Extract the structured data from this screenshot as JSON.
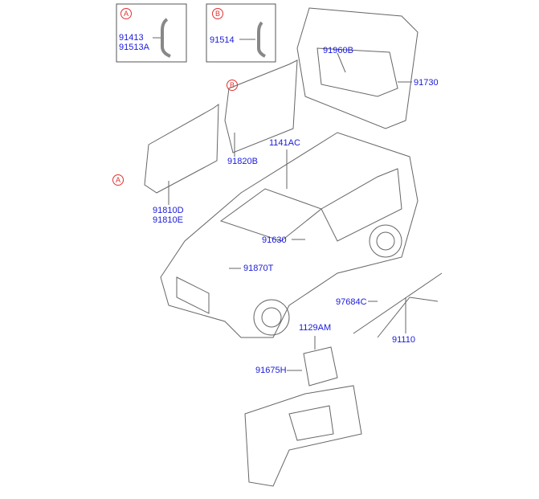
{
  "detail_boxes": [
    {
      "marker": "A",
      "parts": [
        "91413",
        "91513A"
      ]
    },
    {
      "marker": "B",
      "parts": [
        "91514"
      ]
    }
  ],
  "callouts": {
    "tailgate_harness": "91960B",
    "tailgate": "91730",
    "rear_door_marker": "B",
    "rear_door_harness": "91820B",
    "roof_clip": "1141AC",
    "front_door_marker": "A",
    "front_door_harness_1": "91810D",
    "front_door_harness_2": "91810E",
    "roof_harness": "91630",
    "hood_harness": "91870T",
    "clip": "97684C",
    "floor_harness": "91110",
    "bolt": "1129AM",
    "bracket": "91675H"
  },
  "colors": {
    "label": "#1a1adc",
    "marker": "#e53030",
    "line": "#555555"
  }
}
